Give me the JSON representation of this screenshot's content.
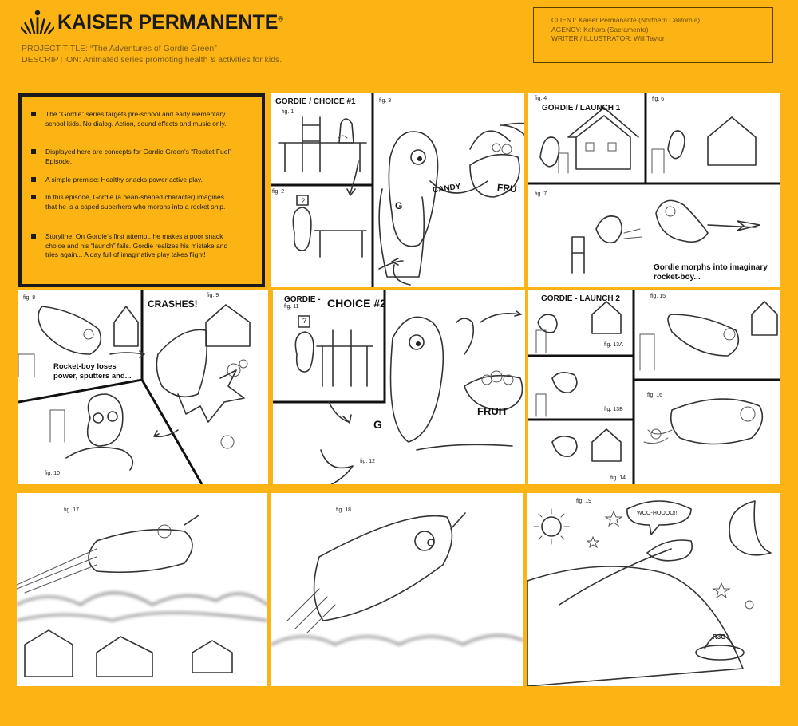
{
  "brand": {
    "name": "KAISER PERMANENTE",
    "mark": "®"
  },
  "project": {
    "title_line": "PROJECT TITLE: “The Adventures of Gordie Green”",
    "description_line": "DESCRIPTION: Animated series promoting health & activities for kids."
  },
  "info": {
    "client": "CLIENT: Kaiser Permanante (Northern California)",
    "agency": "AGENCY: Kohara (Sacramento)",
    "writer": "WRITER / ILLUSTRATOR: Will Taylor"
  },
  "notes": [
    "The “Gordie” series targets pre-school and early elementary school kids. No dialog. Action, sound effects and music only.",
    "Displayed here are concepts for Gordie Green’s “Rocket Fuel” Episode.",
    "A simple premise: Healthy snacks power active play.",
    "In this episode, Gordie (a bean-shaped character) imagines that he is a caped superhero who morphs into a rocket ship.",
    "Storyline: On Gordie’s first attempt, he makes a poor snack choice and his “launch” fails. Gordie realizes his mistake and tries again... A day full of imaginative play takes flight!"
  ],
  "panels": {
    "choice1_title": "GORDIE / CHOICE #1",
    "launch1_title": "GORDIE / LAUNCH 1",
    "choice2_title_a": "GORDIE -",
    "choice2_title_b": "CHOICE #2",
    "launch2_title": "GORDIE - LAUNCH 2",
    "crashes": "CRASHES!",
    "candy_label": "CANDY",
    "fruit_label_a": "FRU",
    "fruit_label_b": "FRUIT",
    "g_letter": "G",
    "question": "?",
    "caption_fig7": "Gordie morphs into imaginary rocket-boy...",
    "caption_fig8": "Rocket-boy loses power, sputters and...",
    "speech_fig19": "WOO-HOOOO!!",
    "ufo_label": "R3O"
  },
  "figs": {
    "f1": "fig. 1",
    "f2": "fig. 2",
    "f3": "fig. 3",
    "f4": "fig. 4",
    "f6": "fig. 6",
    "f7": "fig. 7",
    "f8": "fig. 8",
    "f9": "fig. 9",
    "f10": "fig. 10",
    "f11": "fig. 11",
    "f12": "fig. 12",
    "f13a": "fig. 13A",
    "f13b": "fig. 13B",
    "f14": "fig. 14",
    "f15": "fig. 15",
    "f16": "fig. 16",
    "f17": "fig. 17",
    "f18": "fig. 18",
    "f19": "fig. 19"
  },
  "colors": {
    "background": "#FBB414",
    "panel": "#FFFFFF",
    "ink": "#1A1A1A"
  }
}
